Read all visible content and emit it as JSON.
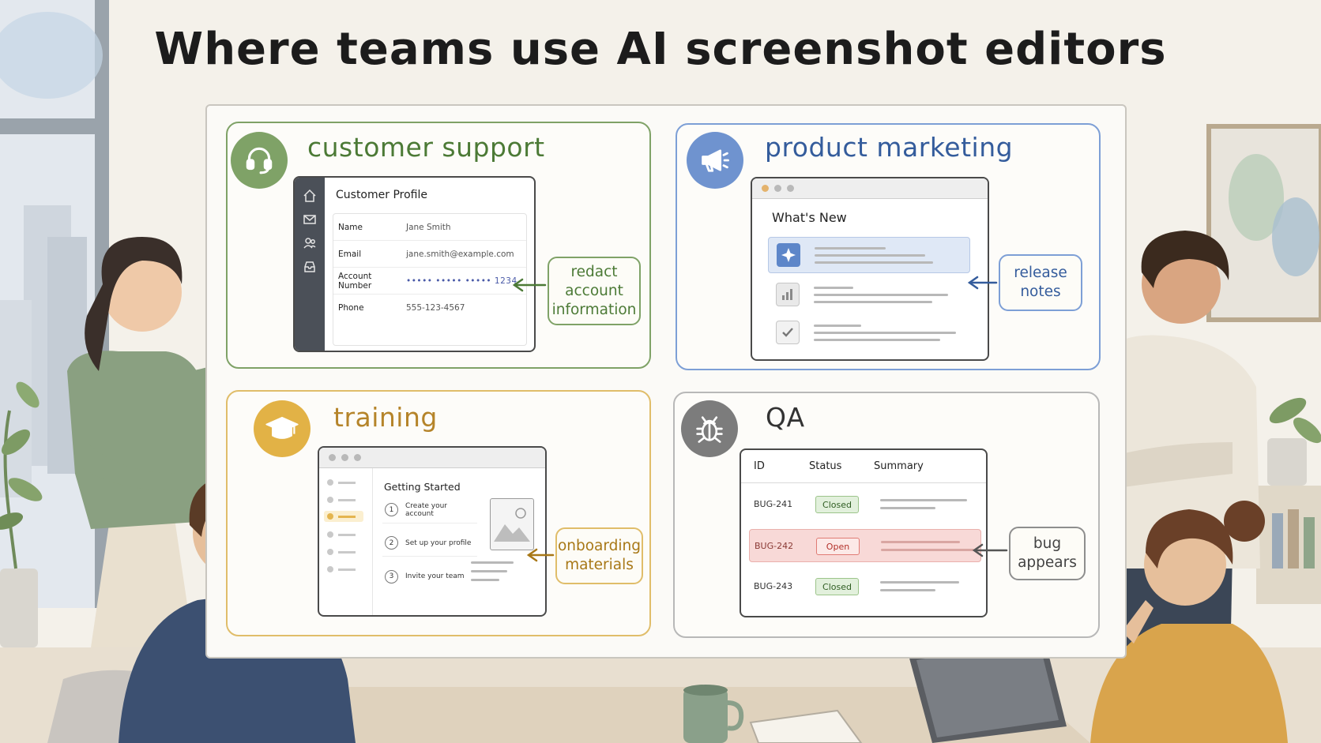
{
  "title": "Where teams use AI screenshot editors",
  "colors": {
    "support": "#7fa267",
    "marketing": "#7d9fd6",
    "training": "#e0bd6a",
    "qa": "#8e8e8e"
  },
  "panels": {
    "support": {
      "heading": "customer support",
      "icon": "headset-icon",
      "window": {
        "title": "Customer Profile",
        "rows": [
          {
            "label": "Name",
            "value": "Jane Smith"
          },
          {
            "label": "Email",
            "value": "jane.smith@example.com"
          },
          {
            "label": "Account Number",
            "value": "••••• ••••• ••••• 1234"
          },
          {
            "label": "Phone",
            "value": "555-123-4567"
          }
        ]
      },
      "callout": "redact account information"
    },
    "marketing": {
      "heading": "product marketing",
      "icon": "megaphone-icon",
      "window": {
        "title": "What's New",
        "items": [
          "sparkle-icon",
          "bar-chart-icon",
          "checkbox-icon"
        ]
      },
      "callout": "release notes"
    },
    "training": {
      "heading": "training",
      "icon": "graduation-cap-icon",
      "window": {
        "title": "Getting Started",
        "steps": [
          {
            "num": "1",
            "label": "Create your account"
          },
          {
            "num": "2",
            "label": "Set up your profile"
          },
          {
            "num": "3",
            "label": "Invite your team"
          }
        ]
      },
      "callout": "onboarding materials"
    },
    "qa": {
      "heading": "QA",
      "icon": "bug-icon",
      "window": {
        "columns": [
          "ID",
          "Status",
          "Summary"
        ],
        "rows": [
          {
            "id": "BUG-241",
            "status": "Closed"
          },
          {
            "id": "BUG-242",
            "status": "Open"
          },
          {
            "id": "BUG-243",
            "status": "Closed"
          }
        ]
      },
      "callout": "bug appears"
    }
  }
}
